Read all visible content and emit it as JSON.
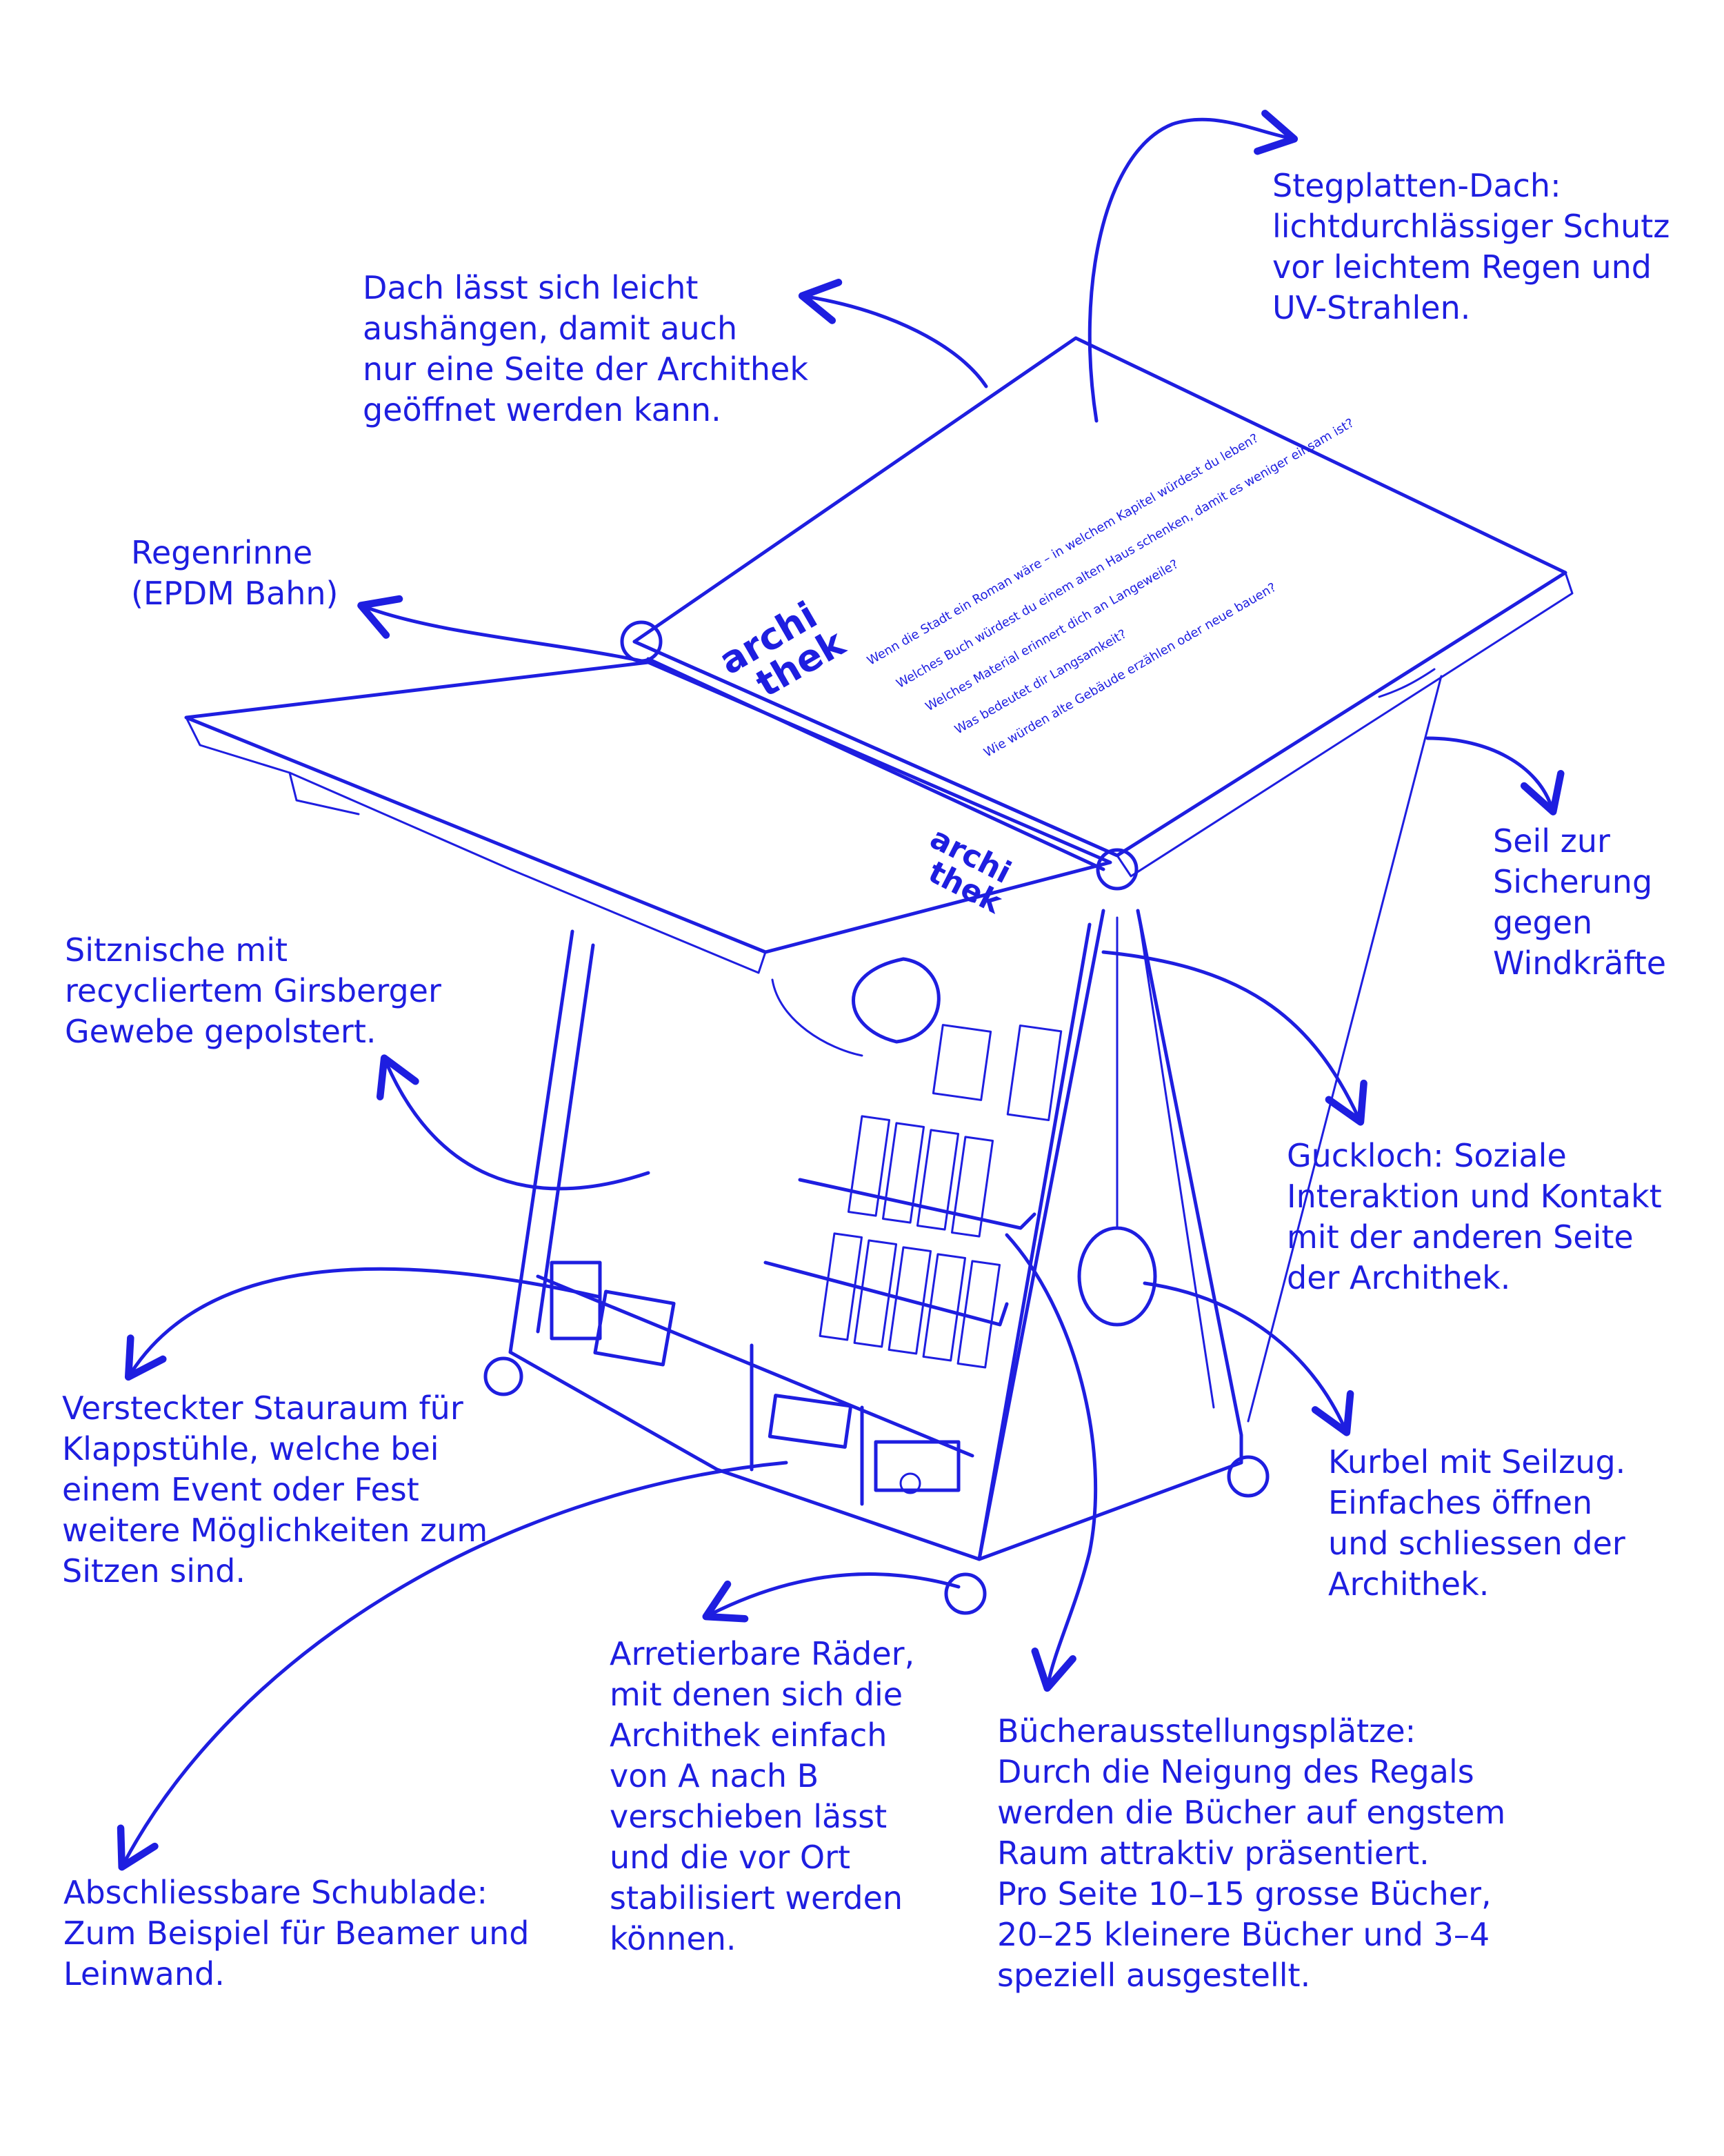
{
  "annotations": {
    "stegplatten": [
      "Stegplatten-Dach:",
      "lichtdurchlässiger Schutz",
      "vor leichtem Regen und",
      "UV-Strahlen."
    ],
    "dach": [
      "Dach lässt sich leicht",
      "aushängen, damit auch",
      "nur eine Seite der Archithek",
      "geöffnet werden kann."
    ],
    "regenrinne": [
      "Regenrinne",
      "(EPDM Bahn)"
    ],
    "seil": [
      "Seil zur",
      "Sicherung",
      "gegen",
      "Windkräfte"
    ],
    "sitznische": [
      "Sitznische mit",
      "recycliertem Girsberger",
      "Gewebe gepolstert."
    ],
    "guckloch": [
      "Guckloch: Soziale",
      "Interaktion und Kontakt",
      "mit der anderen Seite",
      "der Archithek."
    ],
    "stauraum": [
      "Versteckter Stauraum für",
      "Klappstühle, welche bei",
      "einem Event oder Fest",
      "weitere Möglichkeiten zum",
      "Sitzen sind."
    ],
    "kurbel": [
      "Kurbel mit Seilzug.",
      "Einfaches öffnen",
      "und schliessen der",
      "Archithek."
    ],
    "raeder": [
      "Arretierbare Räder,",
      "mit denen sich die",
      "Archithek einfach",
      "von A nach B",
      "verschieben lässt",
      "und die vor Ort",
      "stabilisiert werden",
      "können."
    ],
    "buecher": [
      "Bücherausstellungsplätze:",
      "Durch die Neigung des Regals",
      "werden die Bücher auf engstem",
      "Raum attraktiv präsentiert.",
      "Pro Seite 10–15 grosse Bücher,",
      "20–25 kleinere Bücher und 3–4",
      "speziell ausgestellt."
    ],
    "schublade": [
      "Abschliessbare Schublade:",
      "Zum Beispiel für Beamer und",
      "Leinwand."
    ]
  },
  "roof_logo": [
    "archi",
    "thek"
  ],
  "roof_questions": [
    "Wenn die Stadt ein Roman wäre – in welchem Kapitel würdest du leben?",
    "Welches Buch würdest du einem alten Haus schenken, damit es weniger einsam ist?",
    "Welches Material erinnert dich an Langeweile?",
    "Was bedeutet dir Langsamkeit?",
    "Wie würden alte Gebäude erzählen oder neue bauen?"
  ],
  "colors": {
    "ink": "#1e1ee0",
    "background": "#ffffff"
  }
}
